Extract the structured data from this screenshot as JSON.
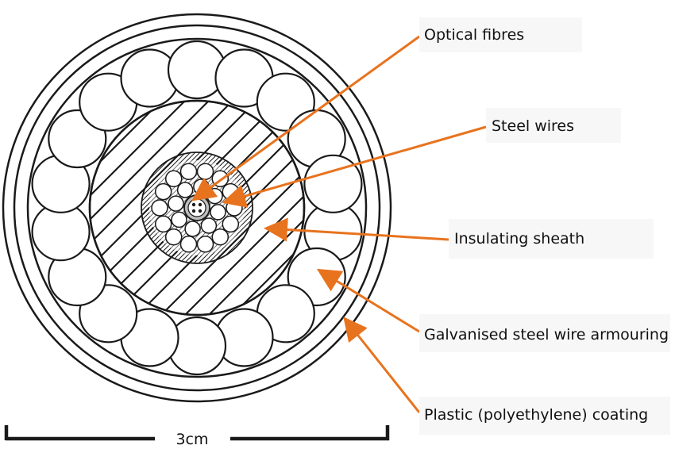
{
  "labels": {
    "optical_fibres": "Optical fibres",
    "steel_wires": "Steel wires",
    "insulating_sheath": "Insulating sheath",
    "armouring": "Galvanised steel wire armouring",
    "coating": "Plastic (polyethylene) coating"
  },
  "scale": {
    "label": "3cm"
  },
  "colors": {
    "arrow": "#e8731e",
    "line": "#1a1a1a",
    "label_background": "#f7f7f7"
  }
}
